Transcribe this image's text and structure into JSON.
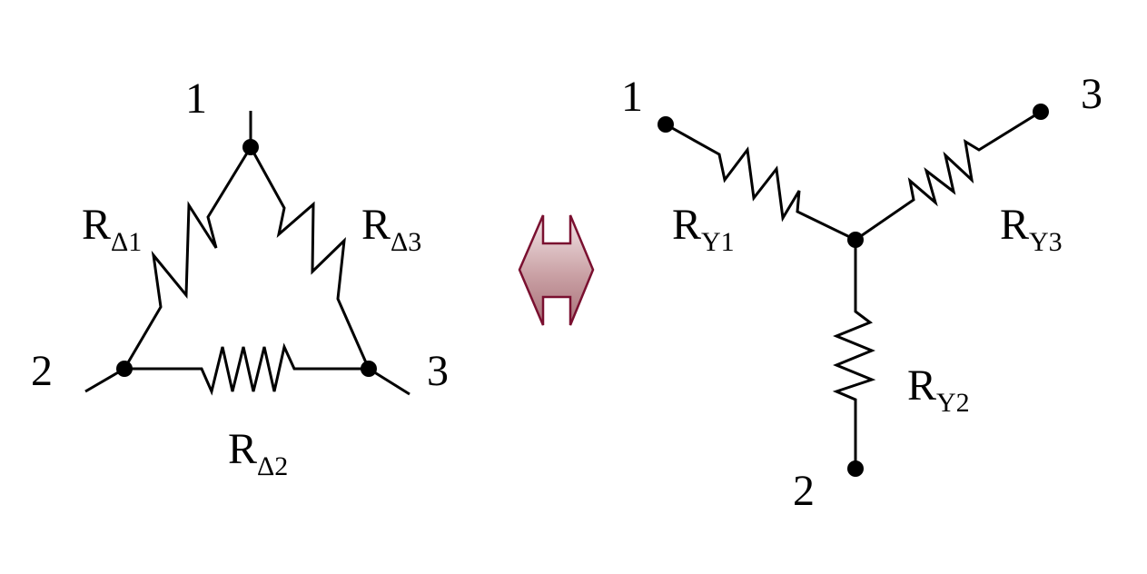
{
  "delta": {
    "nodes": {
      "n1": "1",
      "n2": "2",
      "n3": "3"
    },
    "resistors": [
      {
        "id": "r-delta-1",
        "main": "R",
        "sub": "Δ1"
      },
      {
        "id": "r-delta-2",
        "main": "R",
        "sub": "Δ2"
      },
      {
        "id": "r-delta-3",
        "main": "R",
        "sub": "Δ3"
      }
    ]
  },
  "wye": {
    "nodes": {
      "n1": "1",
      "n2": "2",
      "n3": "3"
    },
    "resistors": [
      {
        "id": "r-y-1",
        "main": "R",
        "sub": "Y1"
      },
      {
        "id": "r-y-2",
        "main": "R",
        "sub": "Y2"
      },
      {
        "id": "r-y-3",
        "main": "R",
        "sub": "Y3"
      }
    ]
  },
  "equivalence_arrow": {
    "fill": "#c9a0a4",
    "stroke": "#7a1030"
  }
}
